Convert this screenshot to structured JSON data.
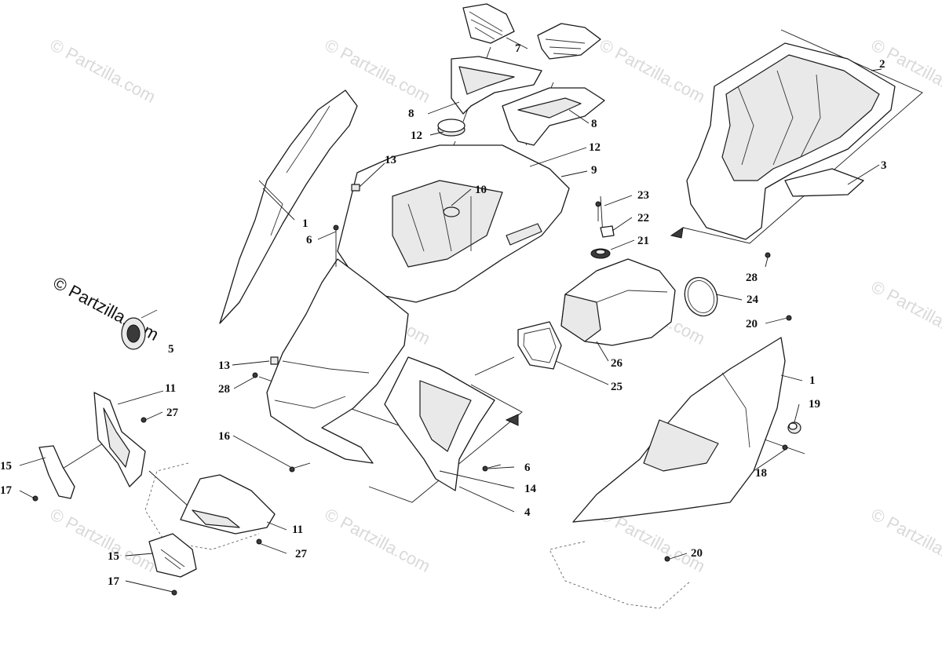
{
  "watermark": {
    "text": "© Partzilla.com"
  },
  "callouts": [
    {
      "id": "c1a",
      "label": "1"
    },
    {
      "id": "c1b",
      "label": "1"
    },
    {
      "id": "c2",
      "label": "2"
    },
    {
      "id": "c3",
      "label": "3"
    },
    {
      "id": "c4",
      "label": "4"
    },
    {
      "id": "c5",
      "label": "5"
    },
    {
      "id": "c6a",
      "label": "6"
    },
    {
      "id": "c6b",
      "label": "6"
    },
    {
      "id": "c7",
      "label": "7"
    },
    {
      "id": "c8a",
      "label": "8"
    },
    {
      "id": "c8b",
      "label": "8"
    },
    {
      "id": "c9",
      "label": "9"
    },
    {
      "id": "c10",
      "label": "10"
    },
    {
      "id": "c11a",
      "label": "11"
    },
    {
      "id": "c11b",
      "label": "11"
    },
    {
      "id": "c12a",
      "label": "12"
    },
    {
      "id": "c12b",
      "label": "12"
    },
    {
      "id": "c13a",
      "label": "13"
    },
    {
      "id": "c13b",
      "label": "13"
    },
    {
      "id": "c14",
      "label": "14"
    },
    {
      "id": "c15a",
      "label": "15"
    },
    {
      "id": "c15b",
      "label": "15"
    },
    {
      "id": "c16",
      "label": "16"
    },
    {
      "id": "c17a",
      "label": "17"
    },
    {
      "id": "c17b",
      "label": "17"
    },
    {
      "id": "c18",
      "label": "18"
    },
    {
      "id": "c19",
      "label": "19"
    },
    {
      "id": "c20a",
      "label": "20"
    },
    {
      "id": "c20b",
      "label": "20"
    },
    {
      "id": "c21",
      "label": "21"
    },
    {
      "id": "c22",
      "label": "22"
    },
    {
      "id": "c23",
      "label": "23"
    },
    {
      "id": "c24",
      "label": "24"
    },
    {
      "id": "c25",
      "label": "25"
    },
    {
      "id": "c26",
      "label": "26"
    },
    {
      "id": "c27a",
      "label": "27"
    },
    {
      "id": "c27b",
      "label": "27"
    },
    {
      "id": "c28a",
      "label": "28"
    },
    {
      "id": "c28b",
      "label": "28"
    }
  ]
}
